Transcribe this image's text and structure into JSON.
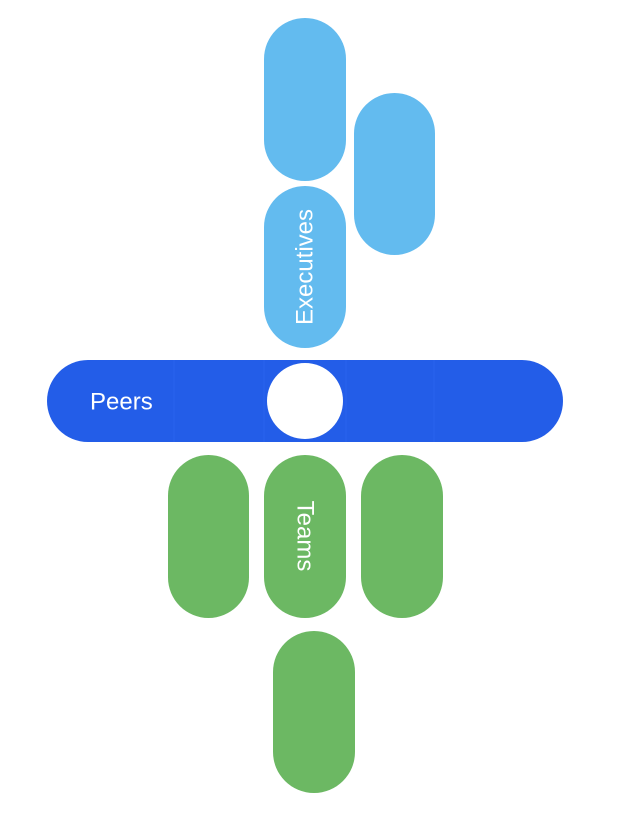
{
  "labels": {
    "executives": "Executives",
    "peers": "Peers",
    "teams": "Teams"
  },
  "colors": {
    "executives": "#63bbef",
    "peers": "#235de8",
    "teams": "#6cb863",
    "background": "#ffffff",
    "label": "#ffffff"
  }
}
